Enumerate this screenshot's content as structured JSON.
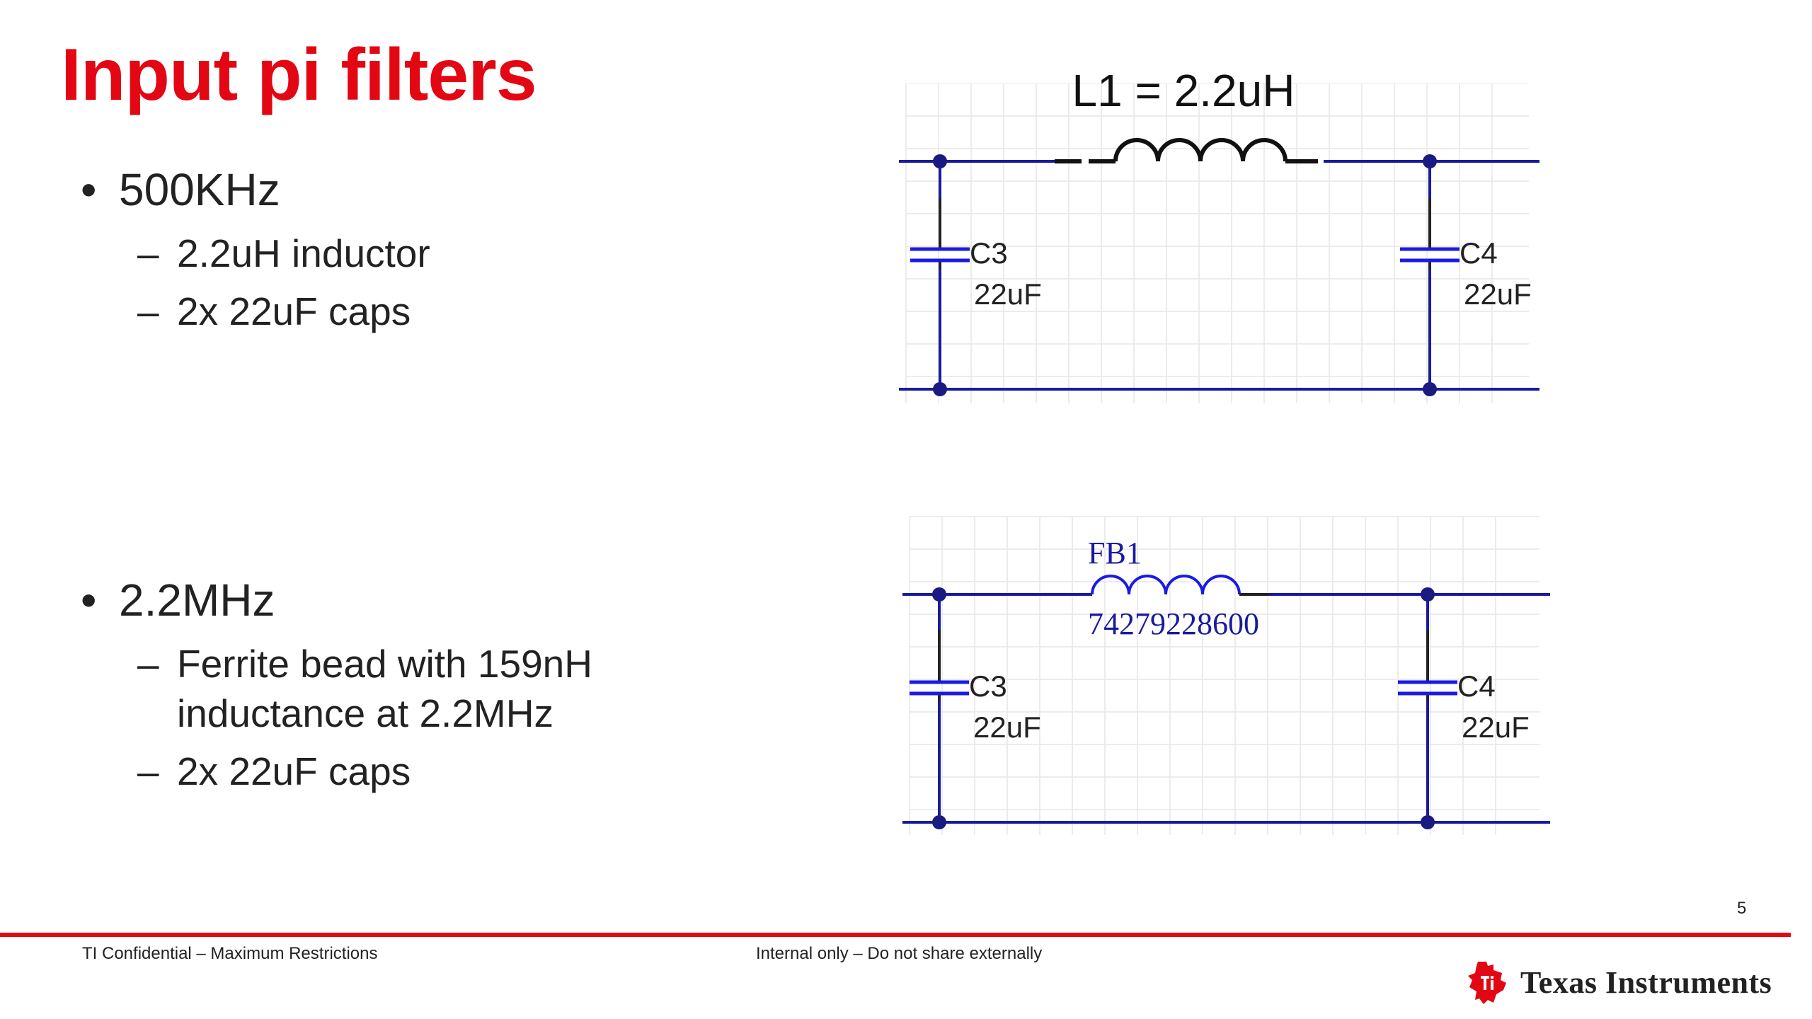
{
  "slide": {
    "title": "Input pi filters",
    "page_number": "5"
  },
  "bullets": [
    {
      "label": "500KHz",
      "subs": [
        "2.2uH inductor",
        "2x 22uF caps"
      ]
    },
    {
      "label": "2.2MHz",
      "subs": [
        "Ferrite bead with 159nH",
        "inductance at 2.2MHz",
        "2x 22uF caps"
      ]
    }
  ],
  "bullet_glyph": "•",
  "dash_glyph": "–",
  "diagram1": {
    "inductor_label": "L1 = 2.2uH",
    "cap_left_ref": "C3",
    "cap_left_value": "22uF",
    "cap_right_ref": "C4",
    "cap_right_value": "22uF"
  },
  "diagram2": {
    "bead_ref": "FB1",
    "bead_part": "74279228600",
    "cap_left_ref": "C3",
    "cap_left_value": "22uF",
    "cap_right_ref": "C4",
    "cap_right_value": "22uF"
  },
  "footer": {
    "left": "TI Confidential – Maximum Restrictions",
    "center": "Internal only – Do not share externally",
    "logo_text": "Texas Instruments"
  },
  "colors": {
    "title_red": "#e30613",
    "wire_blue": "#1a1aa0",
    "cap_blue": "#1a1ae6",
    "grid": "#e6e6e6"
  }
}
